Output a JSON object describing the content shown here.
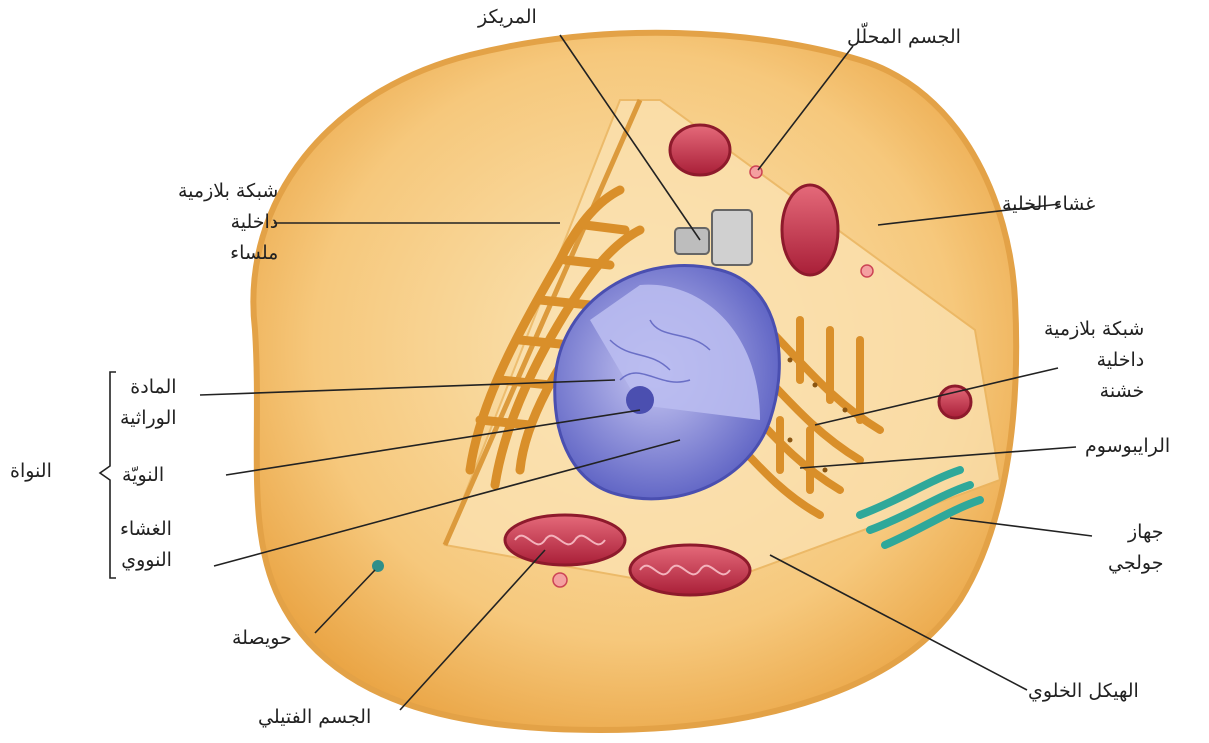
{
  "labels": {
    "centriole": "المريكز",
    "lysosome": "الجسم المحلّل",
    "smooth_er": "شبكة بلازمية\nداخلية\nملساء",
    "cell_membrane": "غشاء الخلية",
    "rough_er": "شبكة بلازمية\nداخلية\nخشنة",
    "ribosome": "الرايبوسوم",
    "golgi": "جهاز\nجولجي",
    "cytoskeleton": "الهيكل الخلوي",
    "mitochondrion": "الجسم الفتيلي",
    "vesicle": "حويصلة",
    "nucleus": "النواة",
    "chromatin": "المادة\nالوراثية",
    "nucleolus": "النويّة",
    "nuclear_envelope": "الغشاء\nالنووي"
  },
  "colors": {
    "cytoplasm": "#f6c87c",
    "cell_edge": "#e9a94a",
    "nucleus": "#7a7fd0",
    "nucleus_cut": "#a9abe6",
    "er": "#d98f2a",
    "mitochondria": "#c8344c",
    "golgi": "#2fa89a",
    "leader_line": "#222222"
  }
}
